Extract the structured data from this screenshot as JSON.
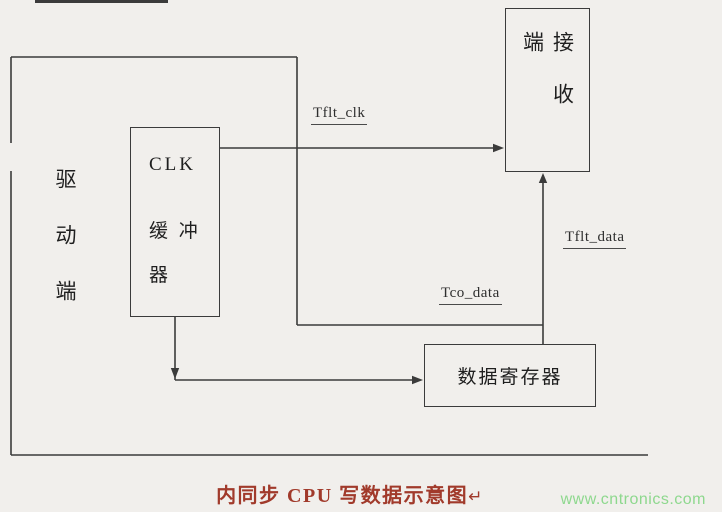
{
  "diagram": {
    "driver": {
      "label": "驱动端"
    },
    "clk_buffer": {
      "line1": "CLK",
      "line2": "缓 冲",
      "line3": "器"
    },
    "receiver": {
      "label": "接收端"
    },
    "data_register": {
      "label": "数据寄存器"
    },
    "signals": {
      "tflt_clk": "Tflt_clk",
      "tco_data": "Tco_data",
      "tflt_data": "Tflt_data"
    }
  },
  "caption": {
    "text": "内同步 CPU 写数据示意图",
    "return_mark": "↵"
  },
  "watermark": {
    "text": "www.cntronics.com"
  },
  "colors": {
    "line": "#3b3b3b",
    "caption": "#a13a2b",
    "watermark": "#8ed88e",
    "background": "#f1efec"
  }
}
